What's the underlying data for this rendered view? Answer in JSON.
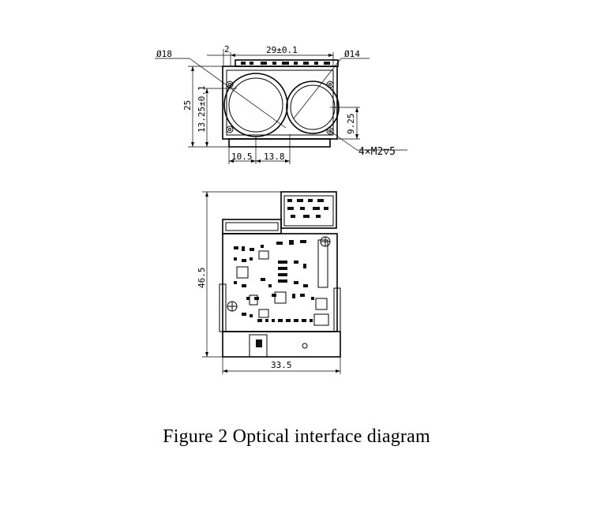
{
  "caption": "Figure 2 Optical interface diagram",
  "top_view": {
    "dim_2": "2",
    "dim_29": "29±0.1",
    "dim_phi18": "Ø18",
    "dim_phi14": "Ø14",
    "dim_25": "25",
    "dim_13_25": "13.25±0.1",
    "dim_9_25": "9.25",
    "dim_10_5": "10.5",
    "dim_13_8": "13.8",
    "screw_note": "4×M2▽5"
  },
  "bottom_view": {
    "dim_46_5": "46.5",
    "dim_33_5": "33.5"
  }
}
